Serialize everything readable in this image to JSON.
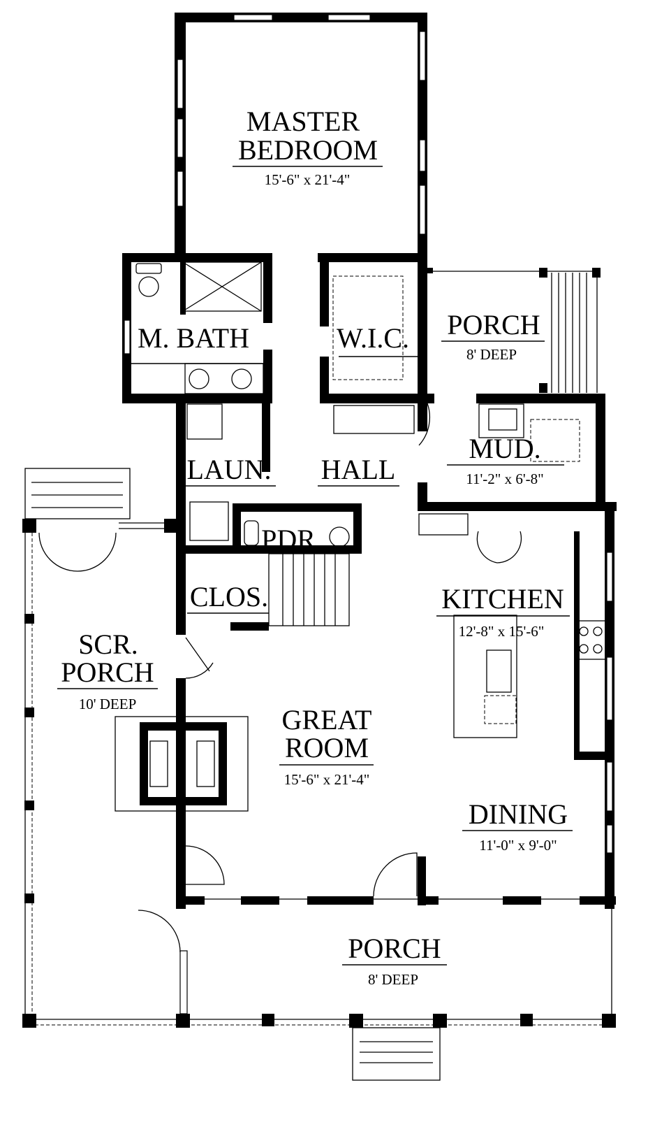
{
  "plan": {
    "rooms": [
      {
        "name": "MASTER",
        "name2": "BEDROOM",
        "size": "15'-6\" x 21'-4\""
      },
      {
        "name": "M. BATH"
      },
      {
        "name": "W.I.C."
      },
      {
        "name": "PORCH",
        "size": "8' DEEP"
      },
      {
        "name": "MUD.",
        "size": "11'-2\" x 6'-8\""
      },
      {
        "name": "LAUN."
      },
      {
        "name": "HALL"
      },
      {
        "name": "PDR."
      },
      {
        "name": "CLOS."
      },
      {
        "name": "KITCHEN",
        "size": "12'-8\" x 15'-6\""
      },
      {
        "name": "SCR.",
        "name2": "PORCH",
        "size": "10' DEEP"
      },
      {
        "name": "GREAT",
        "name2": "ROOM",
        "size": "15'-6\" x 21'-4\""
      },
      {
        "name": "DINING",
        "size": "11'-0\" x 9'-0\""
      },
      {
        "name": "PORCH",
        "size": "8' DEEP"
      }
    ]
  }
}
